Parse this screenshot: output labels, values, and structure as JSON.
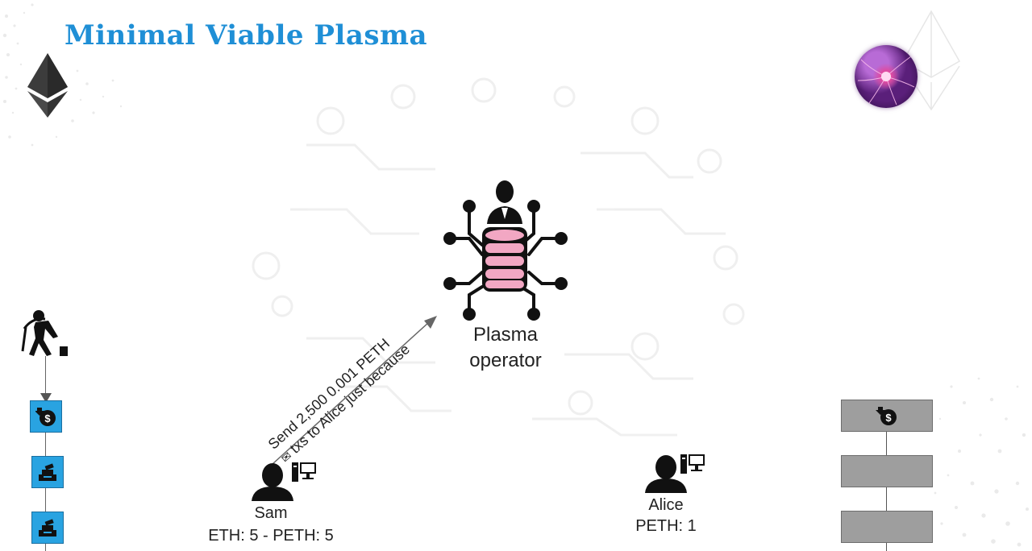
{
  "slide": {
    "title": "Minimal Viable Plasma"
  },
  "operator": {
    "label_line1": "Plasma",
    "label_line2": "operator"
  },
  "message": {
    "line1": "Send 2,500 0.001 PETH",
    "line2": "txs to Alice just because"
  },
  "users": {
    "sam": {
      "name": "Sam",
      "balance": "ETH: 5 - PETH: 5"
    },
    "alice": {
      "name": "Alice",
      "balance": "PETH: 1"
    }
  },
  "icons": {
    "ethereum": "ethereum-logo-icon",
    "plasma_ball": "plasma-ball-icon",
    "miner": "miner-icon",
    "money_deposit": "money-deposit-icon",
    "cash_register": "cash-register-icon",
    "person": "person-icon",
    "computer": "computer-icon",
    "database": "database-icon"
  },
  "colors": {
    "title": "#1f8fd6",
    "left_block": "#29a3e1",
    "right_block": "#9e9e9e",
    "database": "#f2a7c3"
  }
}
